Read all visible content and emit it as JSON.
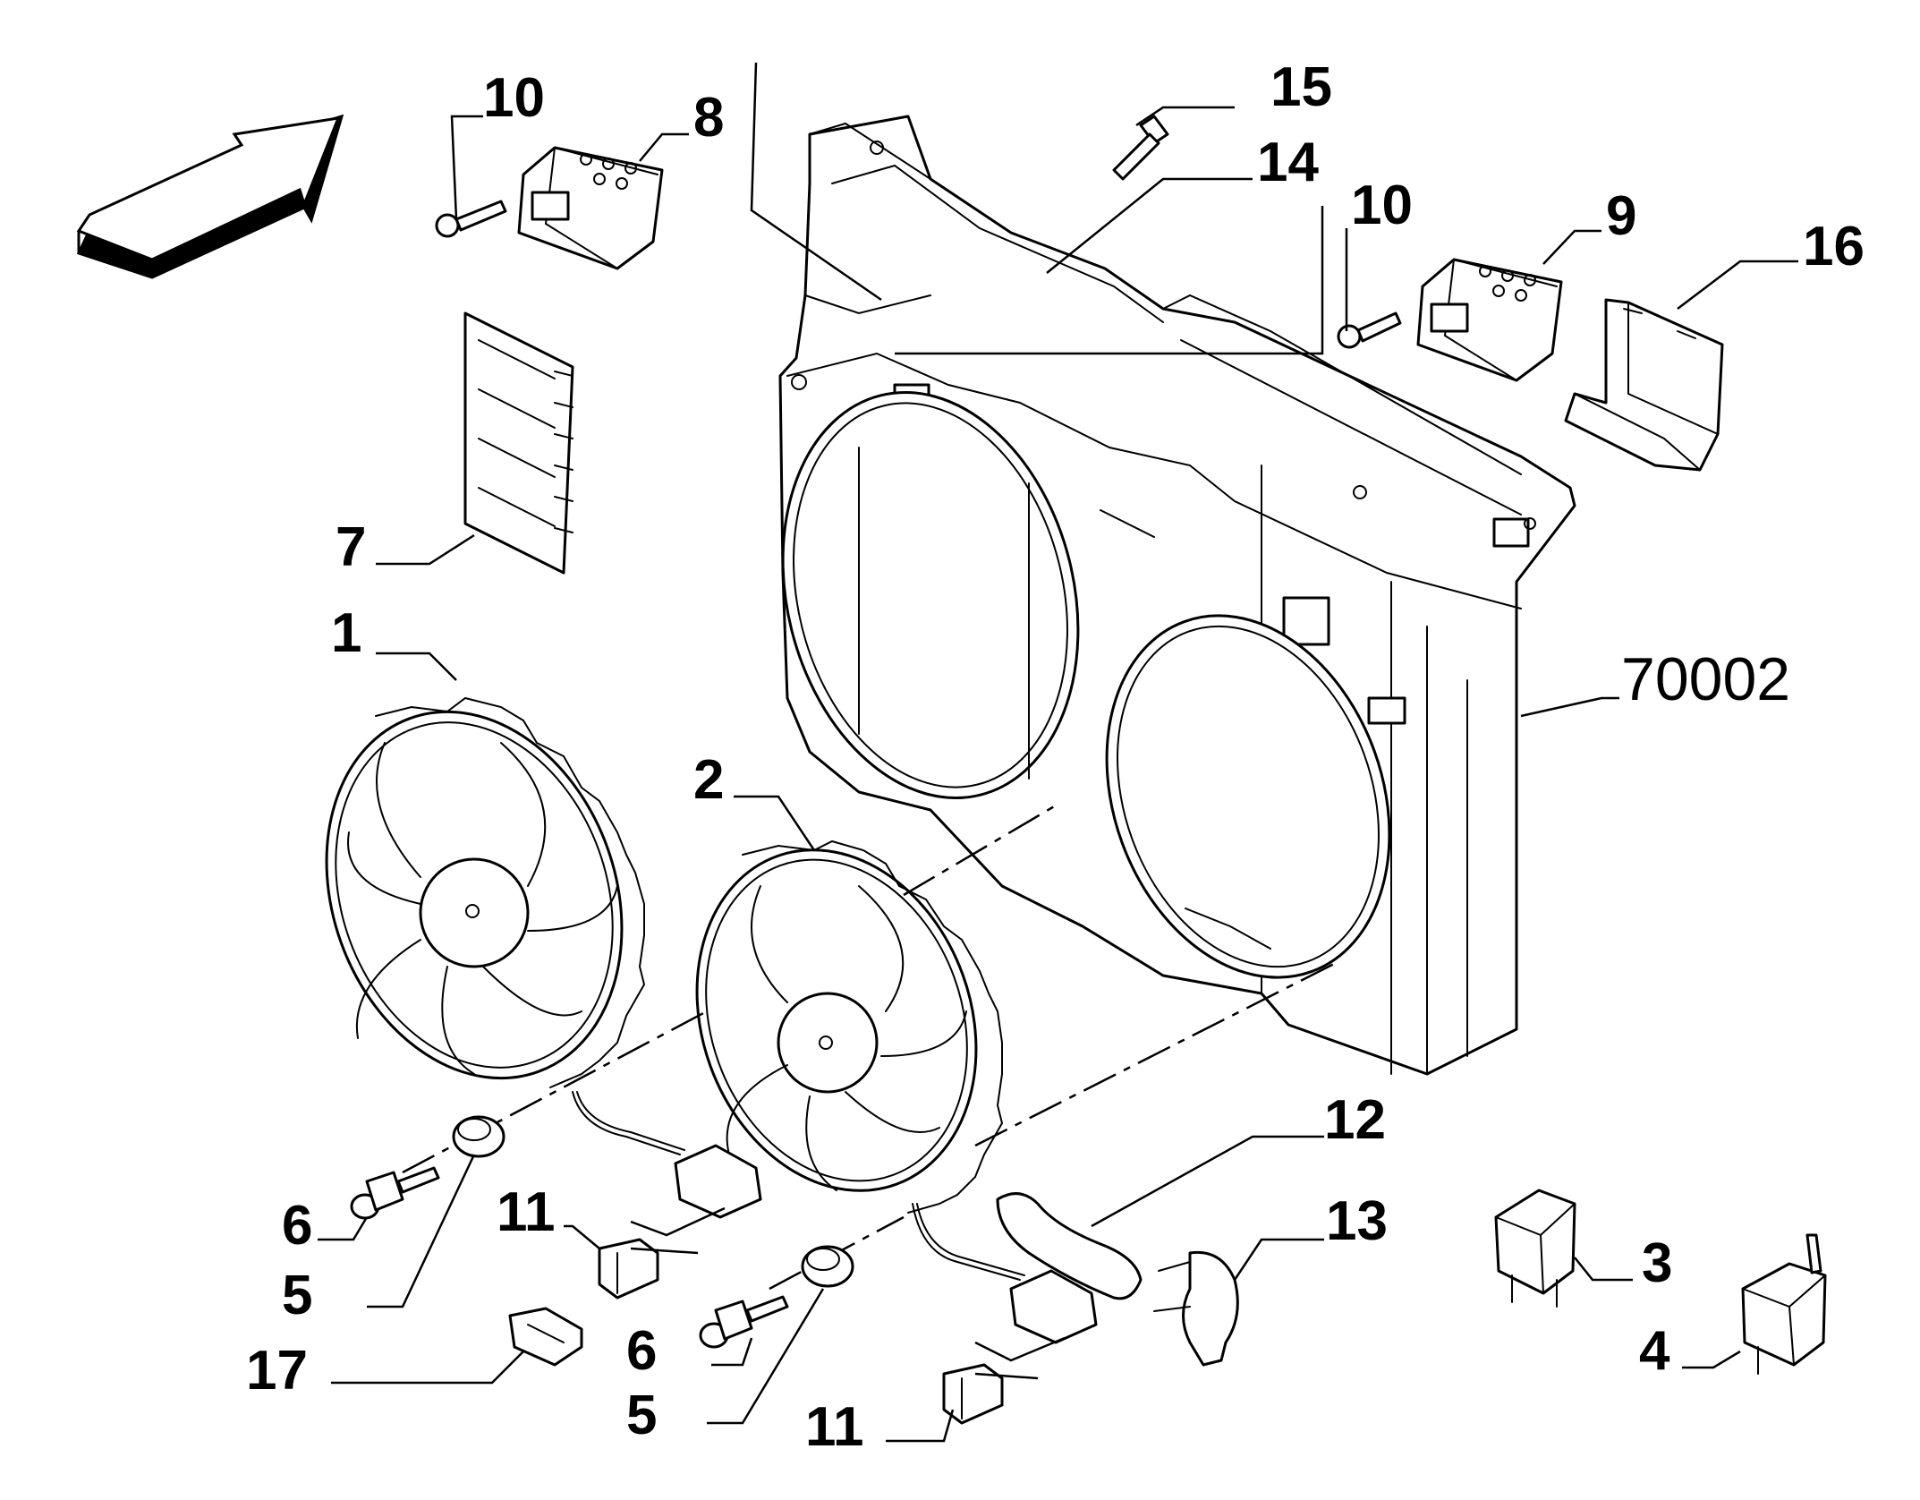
{
  "colors": {
    "stroke": "#000000",
    "fill": "#ffffff"
  },
  "callouts": {
    "c1": "1",
    "c2": "2",
    "c3": "3",
    "c4": "4",
    "c5a": "5",
    "c5b": "5",
    "c6a": "6",
    "c6b": "6",
    "c7": "7",
    "c8": "8",
    "c9": "9",
    "c10a": "10",
    "c10b": "10",
    "c11a": "11",
    "c11b": "11",
    "c12": "12",
    "c13": "13",
    "c14": "14",
    "c15": "15",
    "c16": "16",
    "c17": "17",
    "assembly": "70002"
  },
  "icons": {
    "direction_arrow": "arrow-icon",
    "fan": "fan-icon",
    "relay": "relay-icon",
    "connector": "connector-icon"
  }
}
